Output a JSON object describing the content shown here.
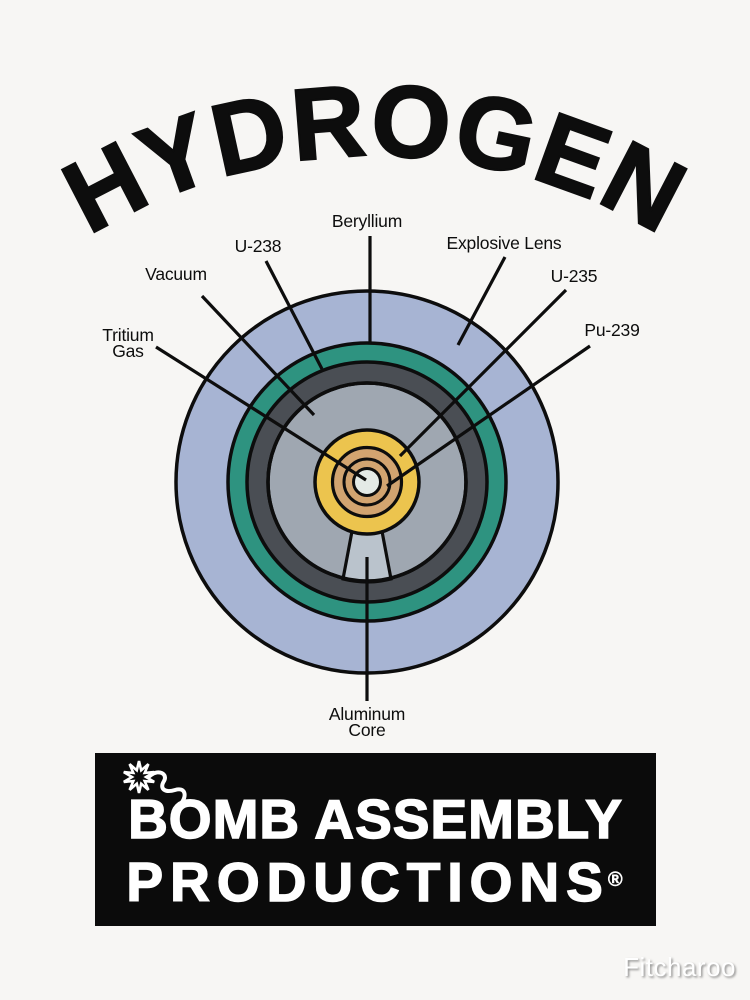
{
  "title": {
    "text": "HYDROGEN"
  },
  "diagram": {
    "labels": {
      "beryllium": "Beryllium",
      "u238": "U-238",
      "explosive_lens": "Explosive Lens",
      "vacuum": "Vacuum",
      "u235": "U-235",
      "pu239": "Pu-239",
      "tritium_gas_line1": "Tritium",
      "tritium_gas_line2": "Gas",
      "aluminum_core_line1": "Aluminum",
      "aluminum_core_line2": "Core"
    },
    "colors": {
      "outline": "#0d0d0d",
      "explosive_lens_blue": "#a7b4d3",
      "beryllium_teal": "#2e9380",
      "u238_dark_gray": "#4a4e54",
      "vacuum_gray": "#9fa7b1",
      "u235_gold": "#ecc44e",
      "pu239_tan": "#d2a470",
      "tritium_center_white": "#e4eae6",
      "aluminum_channel_silver": "#bac3cc"
    }
  },
  "banner": {
    "line1": "BOMB ASSEMBLY",
    "line2": "PRODUCTIONS",
    "registered_mark": "®",
    "bomb_icon": "bomb-with-fuse-and-spark",
    "background": "#0b0b0b",
    "text_color": "#ffffff"
  },
  "watermark": {
    "text": "Fitcharoo"
  }
}
